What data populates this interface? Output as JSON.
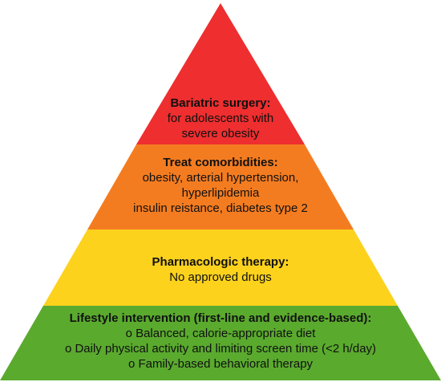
{
  "tiers": [
    {
      "title": "Bariatric surgery:",
      "lines": [
        "for adolescents with",
        "severe obesity"
      ],
      "color": "#ee2e2f"
    },
    {
      "title": "Treat comorbidities:",
      "lines": [
        "obesity, arterial hypertension,",
        "hyperlipidemia",
        "insulin reistance, diabetes type 2"
      ],
      "color": "#f47c20"
    },
    {
      "title": "Pharmacologic therapy:",
      "lines": [
        "No approved drugs"
      ],
      "color": "#fcd21d"
    },
    {
      "title": "Lifestyle intervention (first-line and evidence-based):",
      "lines": [
        "o Balanced, calorie-appropriate diet",
        "o Daily physical activity and limiting screen time (<2 h/day)",
        "o Family-based behavioral therapy"
      ],
      "color": "#5aaa2e"
    }
  ]
}
